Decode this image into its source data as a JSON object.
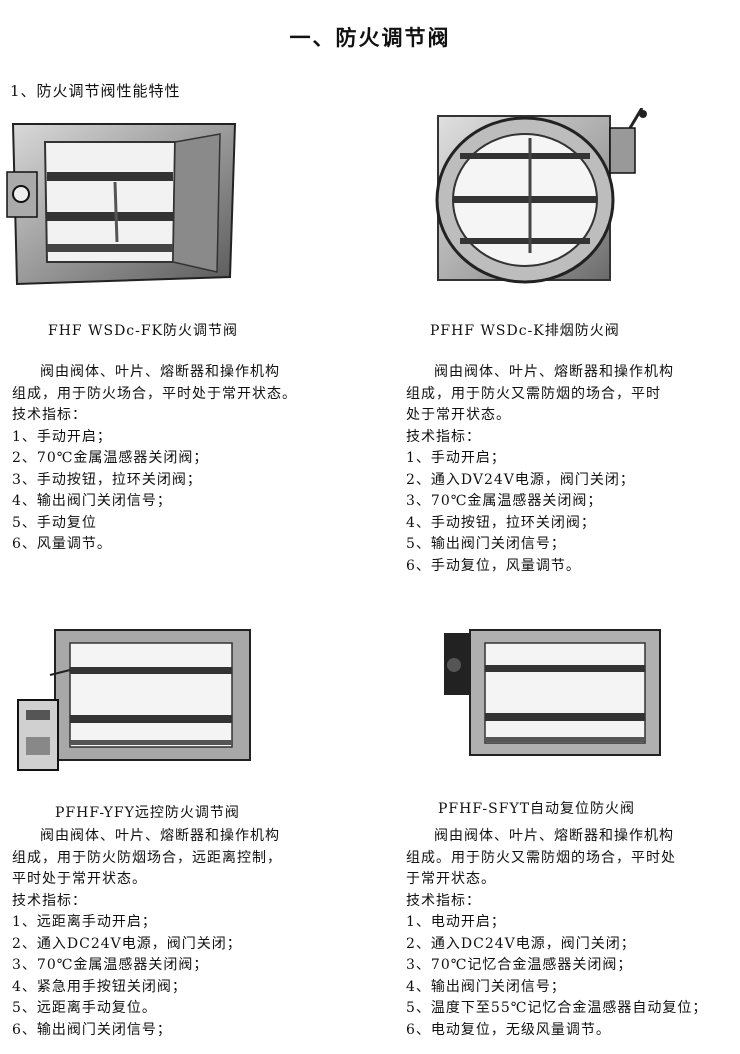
{
  "heading": "一、防火调节阀",
  "section_title": "1、防火调节阀性能特性",
  "products": [
    {
      "caption": "FHF WSDc-FK防火调节阀",
      "desc": [
        "阀由阀体、叶片、熔断器和操作机构",
        "组成，用于防火场合，平时处于常开状态。"
      ],
      "specs_title": "技术指标：",
      "specs": [
        "1、手动开启；",
        "2、70℃金属温感器关闭阀；",
        "3、手动按钮，拉环关闭阀；",
        "4、输出阀门关闭信号；",
        "5、手动复位",
        "6、风量调节。"
      ]
    },
    {
      "caption": "PFHF WSDc-K排烟防火阀",
      "desc": [
        "阀由阀体、叶片、熔断器和操作机构",
        "组成，用于防火又需防烟的场合，平时",
        "处于常开状态。"
      ],
      "specs_title": "技术指标：",
      "specs": [
        "1、手动开启；",
        "2、通入DV24V电源，阀门关闭；",
        "3、70℃金属温感器关闭阀；",
        "4、手动按钮，拉环关闭阀；",
        "5、输出阀门关闭信号；",
        "6、手动复位，风量调节。"
      ]
    },
    {
      "caption": "PFHF-YFY远控防火调节阀",
      "desc": [
        "阀由阀体、叶片、熔断器和操作机构",
        "组成，用于防火防烟场合，远距离控制，",
        "平时处于常开状态。"
      ],
      "specs_title": "技术指标：",
      "specs": [
        "1、远距离手动开启；",
        "2、通入DC24V电源，阀门关闭；",
        "3、70℃金属温感器关闭阀；",
        "4、紧急用手按钮关闭阀；",
        "5、远距离手动复位。",
        "6、输出阀门关闭信号；"
      ]
    },
    {
      "caption": "PFHF-SFYT自动复位防火阀",
      "desc": [
        "阀由阀体、叶片、熔断器和操作机构",
        "组成。用于防火又需防烟的场合，平时处",
        "于常开状态。"
      ],
      "specs_title": "技术指标：",
      "specs": [
        "1、电动开启；",
        "2、通入DC24V电源，阀门关闭；",
        "3、70℃记忆合金温感器关闭阀；",
        "4、输出阀门关闭信号；",
        "5、温度下至55℃记忆合金温感器自动复位；",
        "6、电动复位，无级风量调节。"
      ]
    }
  ]
}
